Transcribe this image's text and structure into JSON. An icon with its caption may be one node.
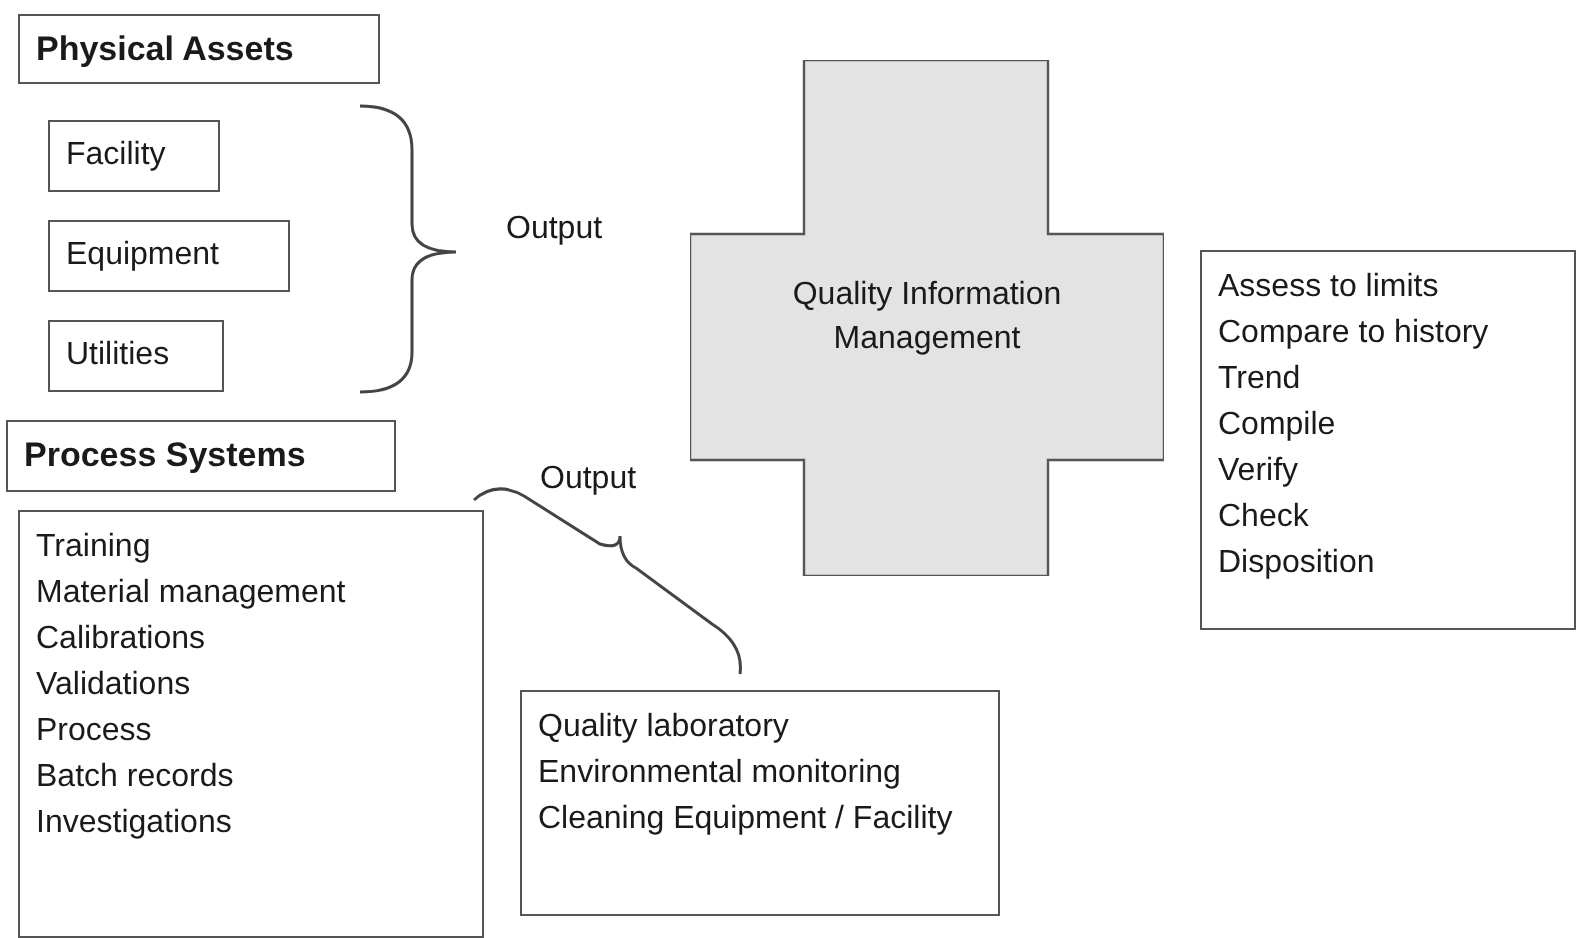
{
  "diagram": {
    "nodes": [
      {
        "text": [
          "Physical Assets"
        ]
      },
      {
        "text": [
          "Facility"
        ]
      },
      {
        "text": [
          "Equipment"
        ]
      },
      {
        "text": [
          "Utilities"
        ]
      },
      {
        "text": [
          "Process Systems"
        ]
      },
      {
        "text": [
          "Training",
          "Material management",
          "Calibrations",
          "Validations",
          "Process",
          "Batch records",
          "Investigations"
        ]
      },
      {
        "text": [
          "Quality Information Management"
        ]
      },
      {
        "text": [
          "Quality laboratory",
          "Environmental monitoring",
          "Cleaning Equipment / Facility"
        ]
      },
      {
        "text": [
          "Assess to limits",
          "Compare to history",
          "Trend",
          "Compile",
          "Verify",
          "Check",
          "Disposition"
        ]
      }
    ],
    "labels": [
      "Output",
      "Output"
    ]
  }
}
